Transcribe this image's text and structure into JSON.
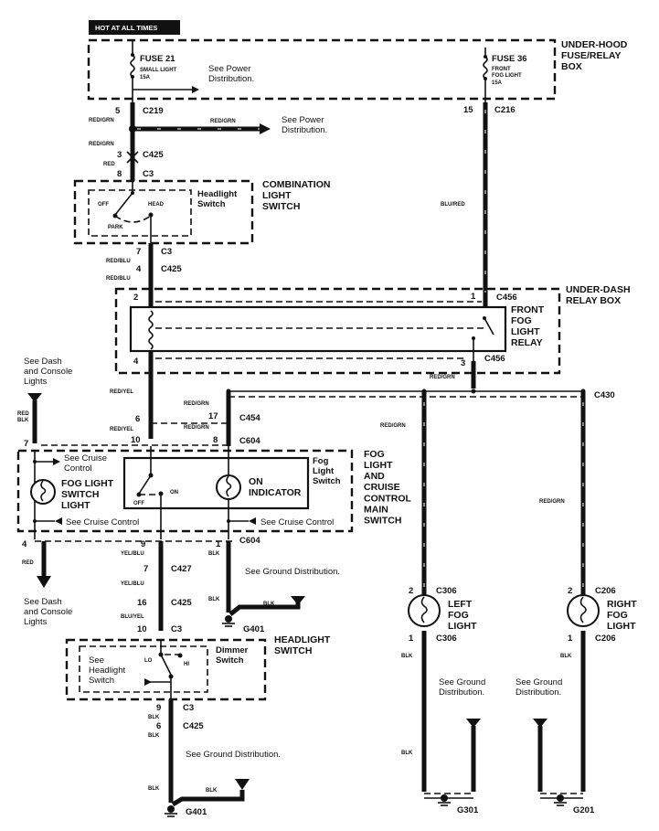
{
  "banner": "HOT AT ALL TIMES",
  "components": {
    "underhood_box": "UNDER-HOOD\nFUSE/RELAY\nBOX",
    "fuse21": {
      "name": "FUSE 21",
      "desc": "SMALL LIGHT",
      "rating": "15A"
    },
    "fuse36": {
      "name": "FUSE 36",
      "desc": "FRONT\nFOG LIGHT",
      "rating": "15A"
    },
    "combination_switch": "COMBINATION\nLIGHT\nSWITCH",
    "headlight_switch_inner": "Headlight\nSwitch",
    "hs_off": "OFF",
    "hs_head": "HEAD",
    "hs_park": "PARK",
    "underdash_box": "UNDER-DASH\nRELAY BOX",
    "fog_relay": "FRONT\nFOG\nLIGHT\nRELAY",
    "fog_cruise_switch": "FOG\nLIGHT\nAND\nCRUISE\nCONTROL\nMAIN\nSWITCH",
    "fog_light_switch_light": "FOG LIGHT\nSWITCH\nLIGHT",
    "fog_light_switch": "Fog\nLight\nSwitch",
    "on_indicator": "ON\nINDICATOR",
    "fs_off": "OFF",
    "fs_on": "ON",
    "headlight_switch": "HEADLIGHT\nSWITCH",
    "dimmer_switch": "Dimmer\nSwitch",
    "dim_lo": "LO",
    "dim_hi": "HI",
    "see_headlight_switch": "See\nHeadlight\nSwitch",
    "left_fog": "LEFT\nFOG\nLIGHT",
    "right_fog": "RIGHT\nFOG\nLIGHT"
  },
  "references": {
    "power_dist_1": "See Power\nDistribution.",
    "power_dist_2": "See Power\nDistribution.",
    "dash_console_top": "See Dash\nand Console\nLights",
    "dash_console_bottom": "See Dash\nand Console\nLights",
    "cruise_1": "See Cruise\nControl",
    "cruise_2": "See Cruise Control",
    "cruise_3": "See Cruise Control",
    "ground_1": "See Ground Distribution.",
    "ground_2": "See Ground Distribution.",
    "ground_3": "See Ground\nDistribution.",
    "ground_4": "See Ground\nDistribution."
  },
  "connectors": {
    "c219": {
      "id": "C219",
      "pin": "5"
    },
    "c216": {
      "id": "C216",
      "pin": "15"
    },
    "c425_a": {
      "id": "C425",
      "pin": "3"
    },
    "c3_a": {
      "id": "C3",
      "pin": "8"
    },
    "c3_b": {
      "id": "C3",
      "pin": "7"
    },
    "c425_b": {
      "id": "C425",
      "pin": "4"
    },
    "c456_a": {
      "id": "C456",
      "pin": "1"
    },
    "c456_b": {
      "id": "C456",
      "pin": "3"
    },
    "rb_pin2": "2",
    "rb_pin4": "4",
    "c454": {
      "id": "C454",
      "pin_a": "6",
      "pin_b": "17"
    },
    "c604_top": {
      "id": "C604",
      "pin_a": "7",
      "pin_b": "10",
      "pin_c": "8"
    },
    "c604_bottom": {
      "id": "C604",
      "pin_a": "4",
      "pin_b": "9",
      "pin_c": "1"
    },
    "c430": {
      "id": "C430"
    },
    "c427": {
      "id": "C427",
      "pin": "7"
    },
    "c425_c": {
      "id": "C425",
      "pin": "16"
    },
    "c3_c": {
      "id": "C3",
      "pin": "10"
    },
    "c3_d": {
      "id": "C3",
      "pin": "9"
    },
    "c425_d": {
      "id": "C425",
      "pin": "6"
    },
    "c306_top": {
      "id": "C306",
      "pin": "2"
    },
    "c306_bottom": {
      "id": "C306",
      "pin": "1"
    },
    "c206_top": {
      "id": "C206",
      "pin": "2"
    },
    "c206_bottom": {
      "id": "C206",
      "pin": "1"
    },
    "g401_a": "G401",
    "g401_b": "G401",
    "g301": "G301",
    "g201": "G201"
  },
  "wire_colors": {
    "w1": "RED/GRN",
    "w2": "RED/GRN",
    "w3": "RED/GRN",
    "w4": "RED",
    "w5": "BLU/RED",
    "w6": "RED/BLU",
    "w7": "RED/BLU",
    "w8": "RED/GRN",
    "w9": "RED/YEL",
    "w10": "RED/YEL",
    "w11": "RED/GRN",
    "w12": "RED/GRN",
    "w13": "RED\nBLK",
    "w14": "RED/GRN",
    "w15": "RED/GRN",
    "w16": "RED",
    "w17": "YEL/BLU",
    "w18": "YEL/BLU",
    "w19": "BLU/YEL",
    "w20": "BLK",
    "w21": "BLK",
    "w22": "BLK",
    "w23": "BLK",
    "w24": "BLK",
    "w25": "BLK",
    "w26": "BLK",
    "w27": "BLK",
    "w28": "BLK",
    "w29": "BLK"
  }
}
